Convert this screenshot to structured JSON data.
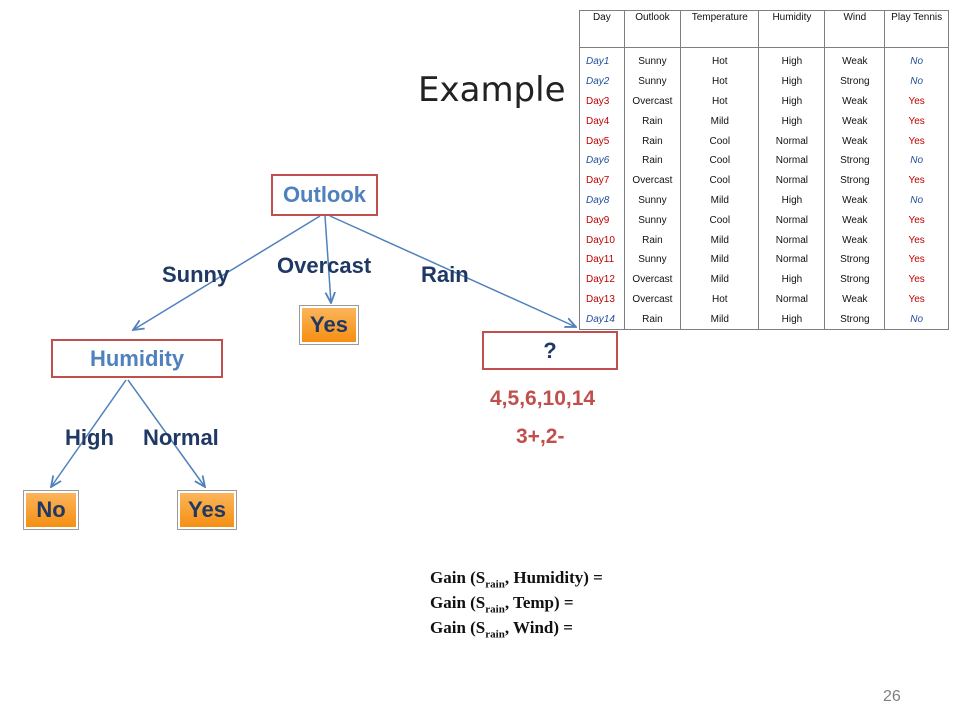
{
  "title": "Example",
  "tree": {
    "root": "Outlook",
    "branches": {
      "sunny": "Sunny",
      "overcast": "Overcast",
      "rain": "Rain"
    },
    "humidity_node": "Humidity",
    "humidity_branches": {
      "high": "High",
      "normal": "Normal"
    },
    "leaves": {
      "overcast_yes": "Yes",
      "high_no": "No",
      "normal_yes": "Yes"
    },
    "unknown_node": "?",
    "rain_days": "4,5,6,10,14",
    "rain_counts": "3+,2-"
  },
  "gains": [
    {
      "prefix": "Gain (S",
      "sub": "rain",
      "suffix": ", Humidity) ="
    },
    {
      "prefix": "Gain (S",
      "sub": "rain",
      "suffix": ", Temp) ="
    },
    {
      "prefix": "Gain (S",
      "sub": "rain",
      "suffix": ", Wind) ="
    }
  ],
  "page_number": "26",
  "table": {
    "headers": [
      "Day",
      "Outlook",
      "Temperature",
      "Humidity",
      "Wind",
      "Play Tennis"
    ],
    "rows": [
      [
        "Day1",
        "Sunny",
        "Hot",
        "High",
        "Weak",
        "No"
      ],
      [
        "Day2",
        "Sunny",
        "Hot",
        "High",
        "Strong",
        "No"
      ],
      [
        "Day3",
        "Overcast",
        "Hot",
        "High",
        "Weak",
        "Yes"
      ],
      [
        "Day4",
        "Rain",
        "Mild",
        "High",
        "Weak",
        "Yes"
      ],
      [
        "Day5",
        "Rain",
        "Cool",
        "Normal",
        "Weak",
        "Yes"
      ],
      [
        "Day6",
        "Rain",
        "Cool",
        "Normal",
        "Strong",
        "No"
      ],
      [
        "Day7",
        "Overcast",
        "Cool",
        "Normal",
        "Strong",
        "Yes"
      ],
      [
        "Day8",
        "Sunny",
        "Mild",
        "High",
        "Weak",
        "No"
      ],
      [
        "Day9",
        "Sunny",
        "Cool",
        "Normal",
        "Weak",
        "Yes"
      ],
      [
        "Day10",
        "Rain",
        "Mild",
        "Normal",
        "Weak",
        "Yes"
      ],
      [
        "Day11",
        "Sunny",
        "Mild",
        "Normal",
        "Strong",
        "Yes"
      ],
      [
        "Day12",
        "Overcast",
        "Mild",
        "High",
        "Strong",
        "Yes"
      ],
      [
        "Day13",
        "Overcast",
        "Hot",
        "Normal",
        "Weak",
        "Yes"
      ],
      [
        "Day14",
        "Rain",
        "Mild",
        "High",
        "Strong",
        "No"
      ]
    ]
  }
}
